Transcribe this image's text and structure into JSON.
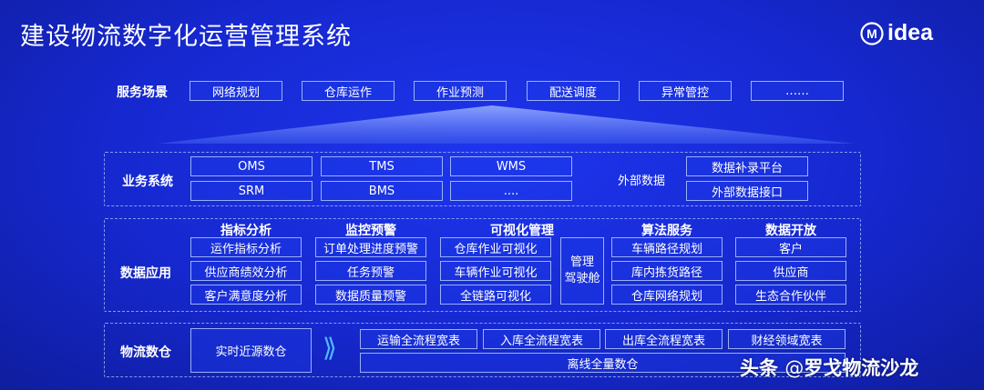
{
  "title": "建设物流数字化运营管理系统",
  "logo": {
    "mark": "M",
    "text": "idea"
  },
  "service_scenarios": {
    "label": "服务场景",
    "items": [
      "网络规划",
      "仓库运作",
      "作业预测",
      "配送调度",
      "异常管控",
      "……"
    ]
  },
  "business_systems": {
    "label": "业务系统",
    "row1": [
      "OMS",
      "TMS",
      "WMS"
    ],
    "row2": [
      "SRM",
      "BMS",
      "...."
    ],
    "external_label": "外部数据",
    "external_items": [
      "数据补录平台",
      "外部数据接口"
    ]
  },
  "data_applications": {
    "label": "数据应用",
    "indicator": {
      "heading": "指标分析",
      "items": [
        "运作指标分析",
        "供应商绩效分析",
        "客户满意度分析"
      ]
    },
    "monitoring": {
      "heading": "监控预警",
      "items": [
        "订单处理进度预警",
        "任务预警",
        "数据质量预警"
      ]
    },
    "visualization": {
      "heading": "可视化管理",
      "items": [
        "仓库作业可视化",
        "车辆作业可视化",
        "全链路可视化"
      ]
    },
    "cockpit": {
      "line1": "管理",
      "line2": "驾驶舱"
    },
    "algorithm": {
      "heading": "算法服务",
      "items": [
        "车辆路径规划",
        "库内拣货路径",
        "仓库网络规划"
      ]
    },
    "open": {
      "heading": "数据开放",
      "items": [
        "客户",
        "供应商",
        "生态合作伙伴"
      ]
    }
  },
  "logistics_warehouse": {
    "label": "物流数仓",
    "realtime": "实时近源数仓",
    "arrows": "⟩⟩",
    "wide_tables": [
      "运输全流程宽表",
      "入库全流程宽表",
      "出库全流程宽表",
      "财经领域宽表"
    ],
    "offline": "离线全量数仓"
  },
  "watermark": {
    "prefix": "头条",
    "at": "@",
    "name": "罗戈物流沙龙"
  },
  "colors": {
    "background": "#1628cf",
    "chevron": "#57b5ff",
    "border": "#afc8ff"
  }
}
